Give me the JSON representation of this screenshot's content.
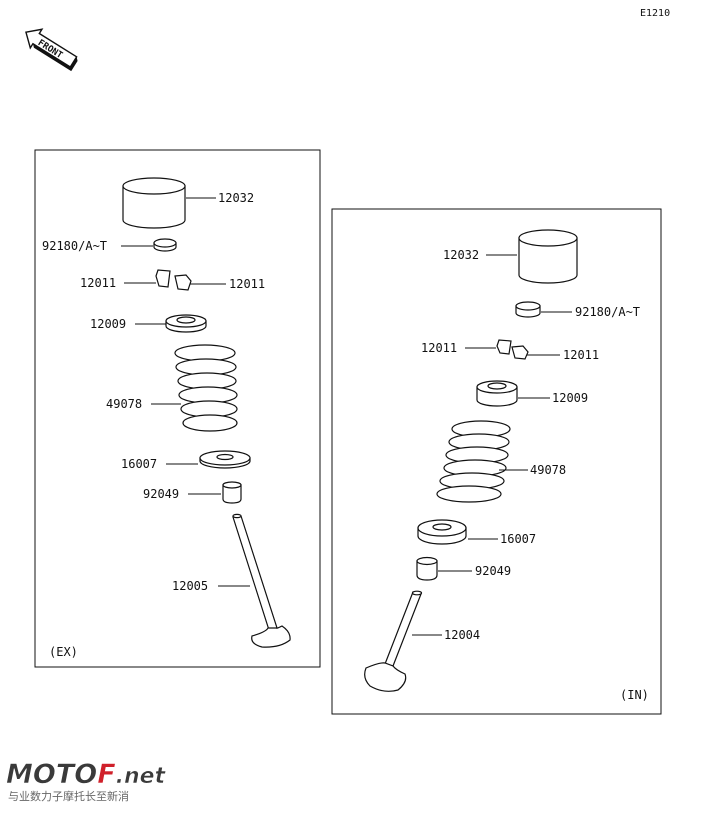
{
  "diagram_code": "E1210",
  "front_label": "FRONT",
  "exhaust": {
    "caption": "(EX)",
    "parts": {
      "tappet": "12032",
      "shim": "92180/A~T",
      "keeper_left": "12011",
      "keeper_right": "12011",
      "retainer": "12009",
      "spring": "49078",
      "seat": "16007",
      "stem_seal": "92049",
      "valve": "12005"
    }
  },
  "intake": {
    "caption": "(IN)",
    "parts": {
      "tappet": "12032",
      "shim": "92180/A~T",
      "keeper_left": "12011",
      "keeper_right": "12011",
      "retainer": "12009",
      "spring": "49078",
      "seat": "16007",
      "stem_seal": "92049",
      "valve": "12004"
    }
  },
  "watermark": {
    "brand_a": "MOTO",
    "brand_b": "F",
    "brand_c": ".net",
    "tagline": "与业数力子摩托长至新消",
    "colors": {
      "dark": "#3a3a3a",
      "accent": "#d0202a"
    }
  }
}
